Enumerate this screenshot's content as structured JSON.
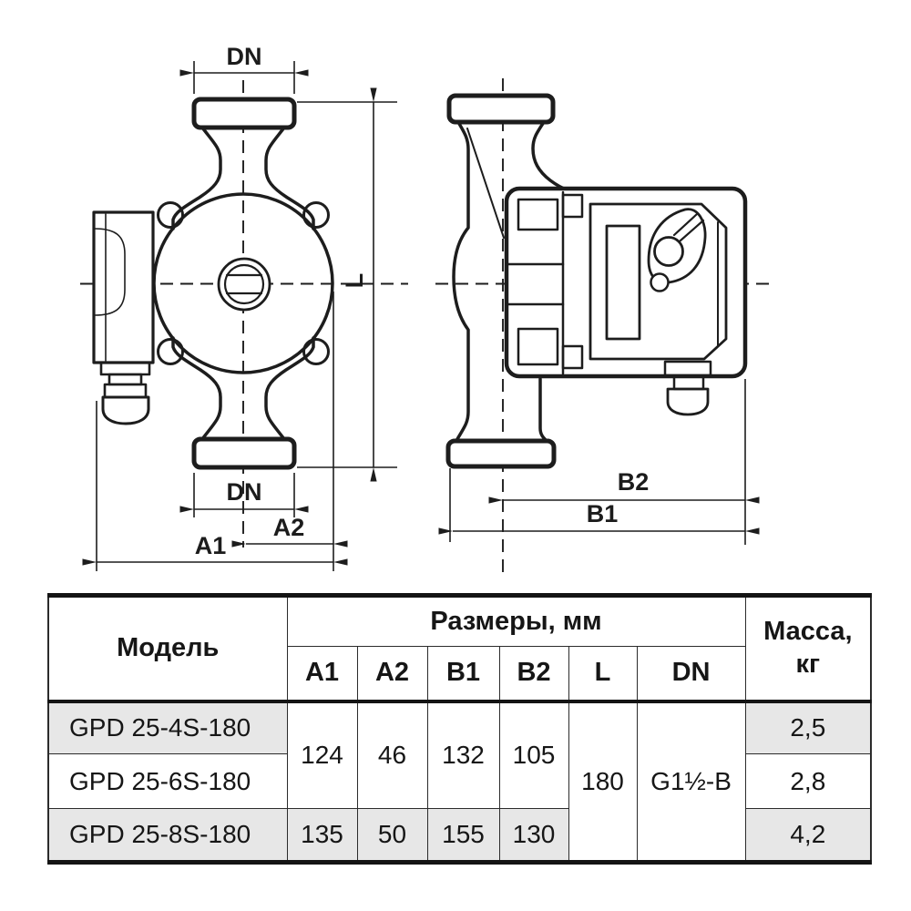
{
  "colors": {
    "stroke": "#1d1d1d",
    "table_shade": "#e7e7e7"
  },
  "diagram": {
    "front_view_labels": {
      "dn_top": "DN",
      "l": "L",
      "dn_bottom": "DN",
      "a2": "A2",
      "a1": "A1"
    },
    "side_view_labels": {
      "b2": "B2",
      "b1": "B1"
    }
  },
  "table": {
    "header": {
      "model": "Модель",
      "dims_group": "Размеры, мм",
      "mass_line1": "Масса,",
      "mass_line2": "кг",
      "dim_cols": [
        "A1",
        "A2",
        "B1",
        "B2",
        "L",
        "DN"
      ]
    },
    "merged_rows_1_2": {
      "a1": "124",
      "a2": "46",
      "b1": "132",
      "b2": "105"
    },
    "merged_rows_1_3": {
      "l": "180",
      "dn": "G1½-B"
    },
    "rows": [
      {
        "model": "GPD 25-4S-180",
        "mass": "2,5"
      },
      {
        "model": "GPD 25-6S-180",
        "mass": "2,8"
      },
      {
        "model": "GPD 25-8S-180",
        "a1": "135",
        "a2": "50",
        "b1": "155",
        "b2": "130",
        "mass": "4,2"
      }
    ]
  }
}
